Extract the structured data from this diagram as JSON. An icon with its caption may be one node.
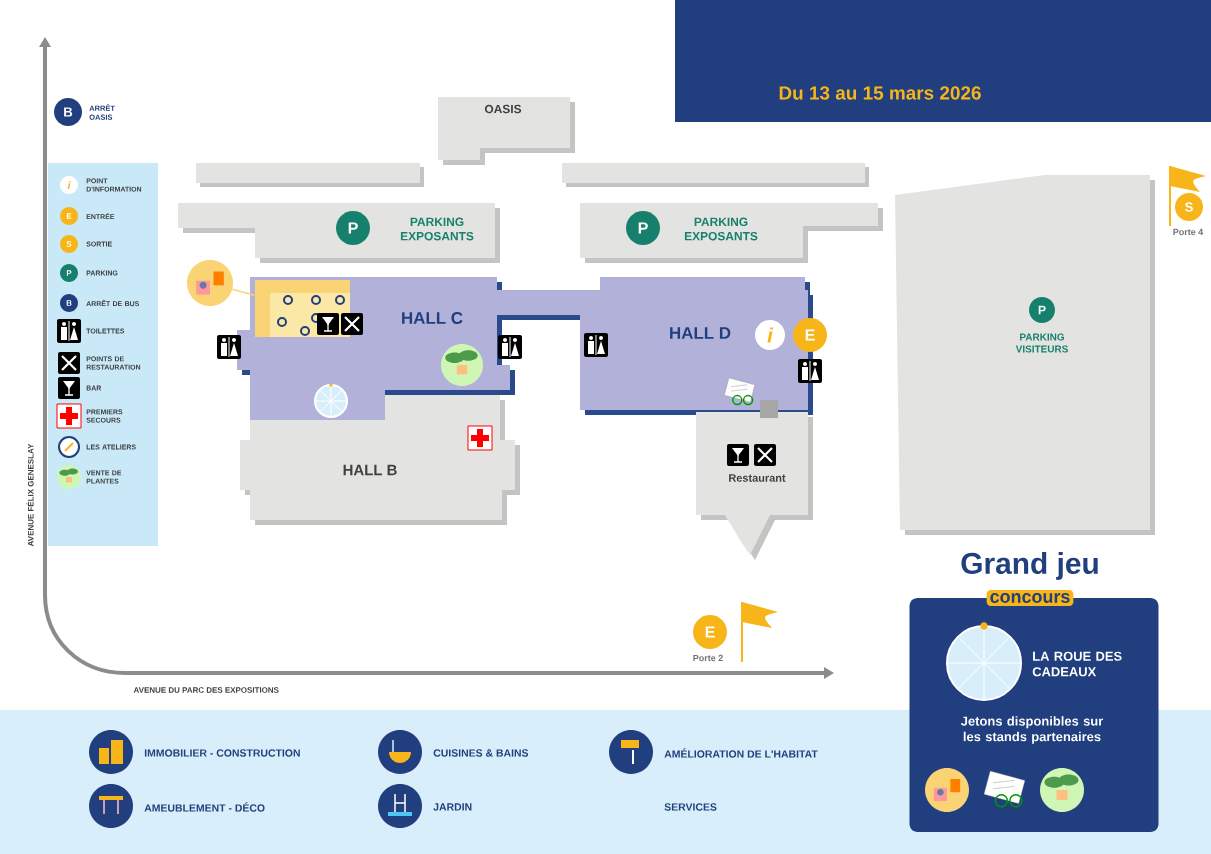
{
  "diagram": {
    "title": "Du 13 au 15 mars 2026",
    "nodes": [
      {
        "text": [
          "B"
        ],
        "beside": [
          "ARRÊT OASIS"
        ]
      },
      {
        "text": [
          "OASIS"
        ]
      },
      {
        "text": [
          "PARKING EXPOSANTS"
        ]
      },
      {
        "text": [
          "P"
        ],
        "in": 2
      },
      {
        "text": [
          "PARKING EXPOSANTS"
        ]
      },
      {
        "text": [
          "P"
        ],
        "in": 4
      },
      {
        "text": [
          "HALL C"
        ]
      },
      {
        "text": [
          "HALL D"
        ]
      },
      {
        "text": [
          "i"
        ],
        "in": 7
      },
      {
        "text": [
          "E"
        ],
        "in": 7
      },
      {
        "text": [
          "HALL B"
        ]
      },
      {
        "text": [
          "Restaurant"
        ]
      },
      {
        "text": [
          "PARKING VISITEURS"
        ]
      },
      {
        "text": [
          "P"
        ],
        "in": 12
      },
      {
        "text": [
          "S"
        ],
        "beside": [
          "Porte 4"
        ]
      },
      {
        "text": [
          "E"
        ],
        "beside": [
          "Porte 2"
        ]
      },
      {
        "text": [
          "Grand jeu",
          "concours",
          "LA ROUE DES CADEAUX",
          "Jetons disponibles sur les stands partenaires"
        ]
      },
      {
        "text": [],
        "shape": "picture"
      },
      {
        "text": [],
        "shape": "box",
        "in": 6
      }
    ],
    "edges": [
      {
        "from": 17,
        "to": 18,
        "arrow": "none"
      }
    ],
    "labels": [
      "i",
      "E",
      "S",
      "P",
      "B",
      "AVENUE FÉLIX GENESLAY",
      "AVENUE DU PARC DES EXPOSITIONS",
      "IMMOBILIER - CONSTRUCTION",
      "CUISINES & BAINS",
      "AMÉLIORATION DE L'HABITAT",
      "AMEUBLEMENT - DÉCO",
      "JARDIN",
      "SERVICES"
    ],
    "legend": [
      {
        "text": "POINT D'INFORMATION"
      },
      {
        "text": "ENTRÉE",
        "color": "#f7b519"
      },
      {
        "text": "SORTIE",
        "color": "#f7b519"
      },
      {
        "text": "PARKING",
        "color": "#17806d"
      },
      {
        "text": "ARRÊT DE BUS",
        "color": "#213f7e"
      },
      {
        "text": "TOILETTES"
      },
      {
        "text": "POINTS DE RESTAURATION"
      },
      {
        "text": "BAR"
      },
      {
        "text": "PREMIERS SECOURS"
      },
      {
        "text": "LES ATELIERS"
      },
      {
        "text": "VENTE DE PLANTES"
      }
    ]
  }
}
